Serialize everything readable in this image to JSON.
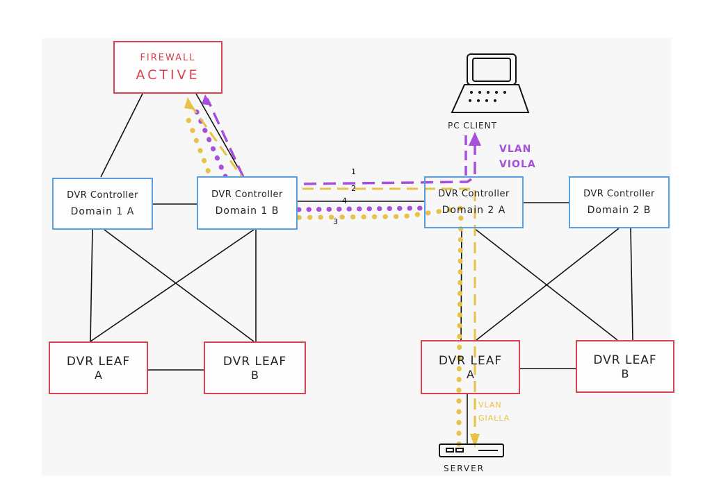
{
  "colors": {
    "controller_border": "#5b9fe3",
    "leaf_border": "#d9434f",
    "firewall_text": "#d9434f",
    "vlan_viola": "#a64fd9",
    "vlan_gialla": "#e8c246"
  },
  "firewall": {
    "line1": "FIREWALL",
    "line2": "ACTIVE"
  },
  "controllers": [
    {
      "line1": "DVR Controller",
      "line2": "Domain 1 A"
    },
    {
      "line1": "DVR Controller",
      "line2": "Domain 1 B"
    },
    {
      "line1": "DVR Controller",
      "line2": "Domain 2 A"
    },
    {
      "line1": "DVR Controller",
      "line2": "Domain 2 B"
    }
  ],
  "leaves": [
    {
      "line1": "DVR LEAF",
      "line2": "A"
    },
    {
      "line1": "DVR LEAF",
      "line2": "B"
    },
    {
      "line1": "DVR LEAF",
      "line2": "A"
    },
    {
      "line1": "DVR LEAF",
      "line2": "B"
    }
  ],
  "pc": {
    "label": "PC CLIENT",
    "icon": "laptop-icon"
  },
  "server": {
    "label": "SERVER",
    "icon": "server-icon"
  },
  "vlan_viola": {
    "line1": "VLAN",
    "line2": "VIOLA"
  },
  "vlan_gialla": {
    "line1": "VLAN",
    "line2": "GIALLA"
  },
  "path_numbers": [
    "1",
    "2",
    "4",
    "3"
  ]
}
